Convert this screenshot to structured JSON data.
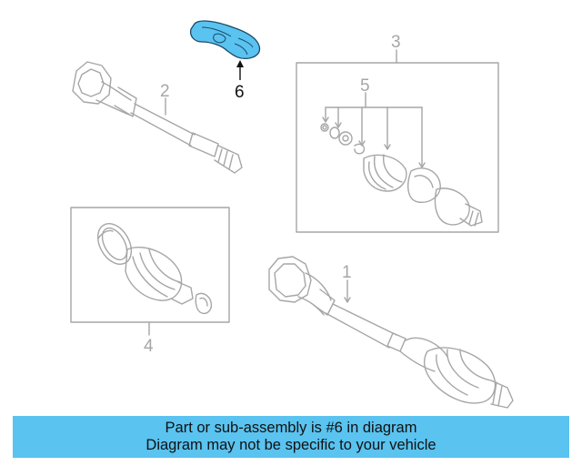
{
  "diagram": {
    "callouts": [
      {
        "id": "1",
        "label": "1"
      },
      {
        "id": "2",
        "label": "2"
      },
      {
        "id": "3",
        "label": "3"
      },
      {
        "id": "4",
        "label": "4"
      },
      {
        "id": "5",
        "label": "5"
      },
      {
        "id": "6",
        "label": "6"
      }
    ],
    "highlighted_part": "6",
    "colors": {
      "line": "#a6a6a6",
      "highlight_fill": "#5ac3f0",
      "highlight_stroke": "#1a4a6a",
      "banner": "#5ac3f0",
      "text": "#111111"
    }
  },
  "banner": {
    "line1": "Part or sub-assembly is #6 in diagram",
    "line2": "Diagram may not be specific to your vehicle"
  }
}
